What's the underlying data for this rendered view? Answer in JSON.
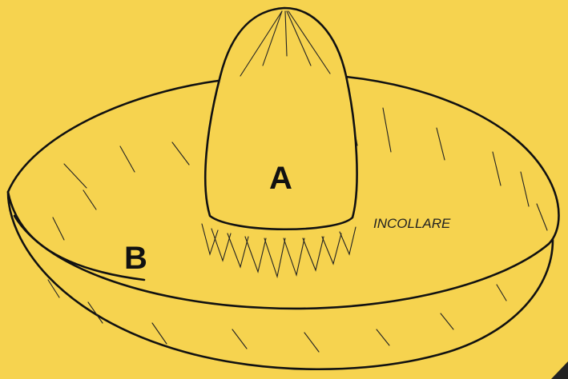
{
  "labels": {
    "crown": "A",
    "brim": "B",
    "glue_note": "INCOLLARE"
  },
  "colors": {
    "background": "#f6d34f",
    "ink": "#111111"
  }
}
